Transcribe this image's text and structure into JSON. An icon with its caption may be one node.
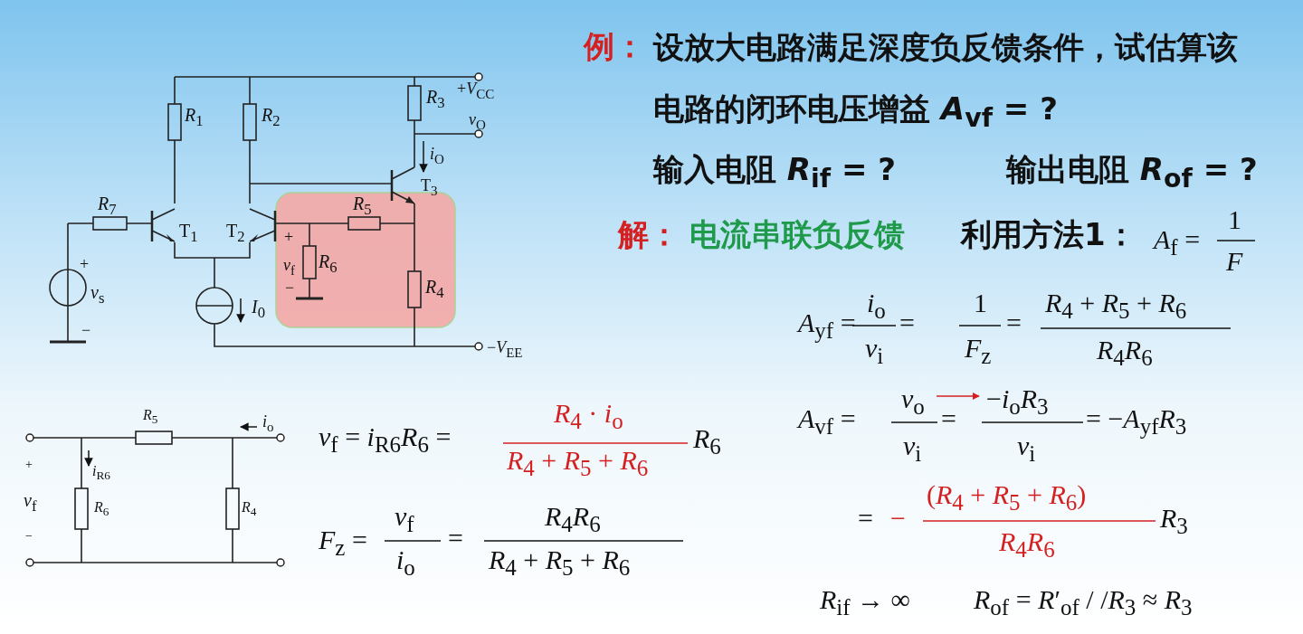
{
  "diagram": {
    "labels": [
      "例：",
      "设放大电路满足深度负反馈条件，试估算该电路的闭环电压增益 *A*$_{vf}$ = ?",
      "输入电阻 *R*$_{if}$ = ?",
      "输出电阻 *R*$_{of}$ = ?",
      "解：",
      "电流串联负反馈",
      "利用方法1：",
      "*A*$_{f}$ =",
      "1",
      "*F*",
      "*R*$_{1}$",
      "*R*$_{2}$",
      "*R*$_{3}$",
      "+*V*$_{CC}$",
      "*v*$_{O}$",
      "*i*$_{O}$",
      "T$_{3}$",
      "*R*$_{7}$",
      "T$_{1}$",
      "T$_{2}$",
      "*R*$_{5}$",
      "+",
      "*v*$_{f}$",
      "*R*$_{6}$",
      "−",
      "+",
      "*v*$_{s}$",
      "−",
      "*I*$_{0}$",
      "*R*$_{4}$",
      "−*V*$_{EE}$",
      "*R*$_{5}$",
      "*i*$_{o}$",
      "+",
      "*i*$_{R6}$",
      "*v*$_{f}$",
      "*R*$_{6}$",
      "*R*$_{4}$",
      "−",
      "*v*$_{f}$ = *i*$_{R6}$*R*$_{6}$ =",
      "*R*$_{4}$ · *i*$_{o}$",
      "*R*$_{4}$ + *R*$_{5}$ + *R*$_{6}$",
      "*R*$_{6}$",
      "*F*$_{z}$ =",
      "*v*$_{f}$",
      "*i*$_{o}$",
      "=",
      "*R*$_{4}$*R*$_{6}$",
      "*R*$_{4}$ + *R*$_{5}$ + *R*$_{6}$",
      "*A*$_{yf}$ =",
      "*i*$_{o}$",
      "*v*$_{i}$",
      "=",
      "1",
      "*F*$_{z}$",
      "=",
      "*R*$_{4}$ + *R*$_{5}$ + *R*$_{6}$",
      "*R*$_{4}$*R*$_{6}$",
      "*A*$_{vf}$ =",
      "*v*$_{o}$",
      "*v*$_{i}$",
      "=",
      "−*i*$_{o}$*R*$_{3}$",
      "*v*$_{i}$",
      "= −*A*$_{yf}$*R*$_{3}$",
      "=",
      "−",
      "(*R*$_{4}$ + *R*$_{5}$ + *R*$_{6}$)",
      "*R*$_{4}$*R*$_{6}$",
      "*R*$_{3}$",
      "*R*$_{if}$ → ∞",
      "*R*$_{of}$ = *R*′$_{of}$ / /*R*$_{3}$ ≈ *R*$_{3}$"
    ]
  }
}
